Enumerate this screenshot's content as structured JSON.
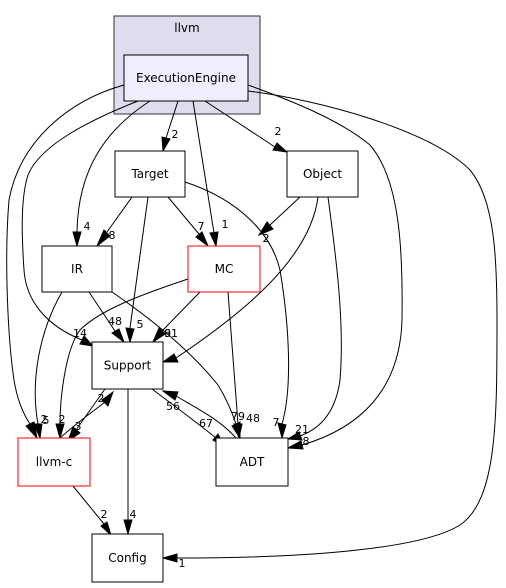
{
  "diagram": {
    "cluster": {
      "label": "llvm",
      "fill": "#dddded",
      "stroke": "#333333"
    },
    "nodes": [
      {
        "id": "ExecutionEngine",
        "label": "ExecutionEngine",
        "fill": "#eeeeff",
        "stroke": "#000000"
      },
      {
        "id": "Target",
        "label": "Target",
        "fill": "#ffffff",
        "stroke": "#000000"
      },
      {
        "id": "Object",
        "label": "Object",
        "fill": "#ffffff",
        "stroke": "#000000"
      },
      {
        "id": "IR",
        "label": "IR",
        "fill": "#ffffff",
        "stroke": "#000000"
      },
      {
        "id": "MC",
        "label": "MC",
        "fill": "#ffffff",
        "stroke": "#ff0000"
      },
      {
        "id": "Support",
        "label": "Support",
        "fill": "#ffffff",
        "stroke": "#000000"
      },
      {
        "id": "llvm-c",
        "label": "llvm-c",
        "fill": "#ffffff",
        "stroke": "#ff0000"
      },
      {
        "id": "ADT",
        "label": "ADT",
        "fill": "#ffffff",
        "stroke": "#000000"
      },
      {
        "id": "Config",
        "label": "Config",
        "fill": "#ffffff",
        "stroke": "#000000"
      }
    ],
    "edges": [
      {
        "from": "ExecutionEngine",
        "to": "Target",
        "label": "2"
      },
      {
        "from": "ExecutionEngine",
        "to": "Object",
        "label": "2"
      },
      {
        "from": "ExecutionEngine",
        "to": "IR",
        "label": "4"
      },
      {
        "from": "ExecutionEngine",
        "to": "MC",
        "label": "1"
      },
      {
        "from": "ExecutionEngine",
        "to": "Support",
        "label": "14"
      },
      {
        "from": "ExecutionEngine",
        "to": "llvm-c",
        "label": "5"
      },
      {
        "from": "ExecutionEngine",
        "to": "ADT",
        "label": "8"
      },
      {
        "from": "ExecutionEngine",
        "to": "Config",
        "label": "1"
      },
      {
        "from": "Target",
        "to": "IR",
        "label": "8"
      },
      {
        "from": "Target",
        "to": "MC",
        "label": "7"
      },
      {
        "from": "Target",
        "to": "Support",
        "label": "5"
      },
      {
        "from": "Target",
        "to": "ADT",
        "label": "7"
      },
      {
        "from": "Object",
        "to": "MC",
        "label": "2"
      },
      {
        "from": "Object",
        "to": "Support",
        "label": "61"
      },
      {
        "from": "Object",
        "to": "ADT",
        "label": "21"
      },
      {
        "from": "IR",
        "to": "Support",
        "label": "48"
      },
      {
        "from": "IR",
        "to": "llvm-c",
        "label": "2"
      },
      {
        "from": "IR",
        "to": "ADT",
        "label": "79"
      },
      {
        "from": "MC",
        "to": "Support",
        "label": "39"
      },
      {
        "from": "MC",
        "to": "llvm-c",
        "label": "2"
      },
      {
        "from": "MC",
        "to": "ADT",
        "label": "48"
      },
      {
        "from": "Support",
        "to": "llvm-c",
        "label": "3"
      },
      {
        "from": "Support",
        "to": "ADT",
        "label": "67"
      },
      {
        "from": "Support",
        "to": "Config",
        "label": "4"
      },
      {
        "from": "llvm-c",
        "to": "Support",
        "label": "2"
      },
      {
        "from": "llvm-c",
        "to": "Config",
        "label": "2"
      },
      {
        "from": "ADT",
        "to": "Support",
        "label": "56"
      }
    ]
  }
}
